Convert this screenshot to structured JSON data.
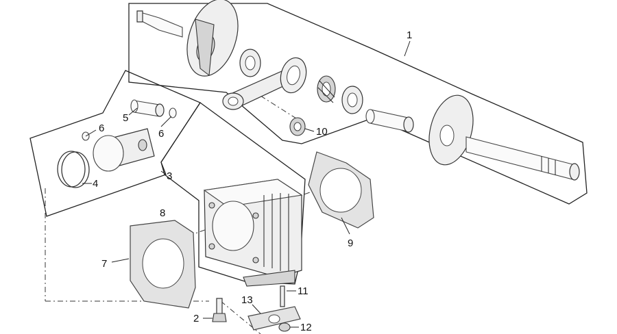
{
  "callouts": {
    "c1": "1",
    "c2": "2",
    "c3": "3",
    "c4": "4",
    "c5": "5",
    "c6a": "6",
    "c6b": "6",
    "c7": "7",
    "c8": "8",
    "c9": "9",
    "c10": "10",
    "c11": "11",
    "c12": "12",
    "c13": "13"
  }
}
